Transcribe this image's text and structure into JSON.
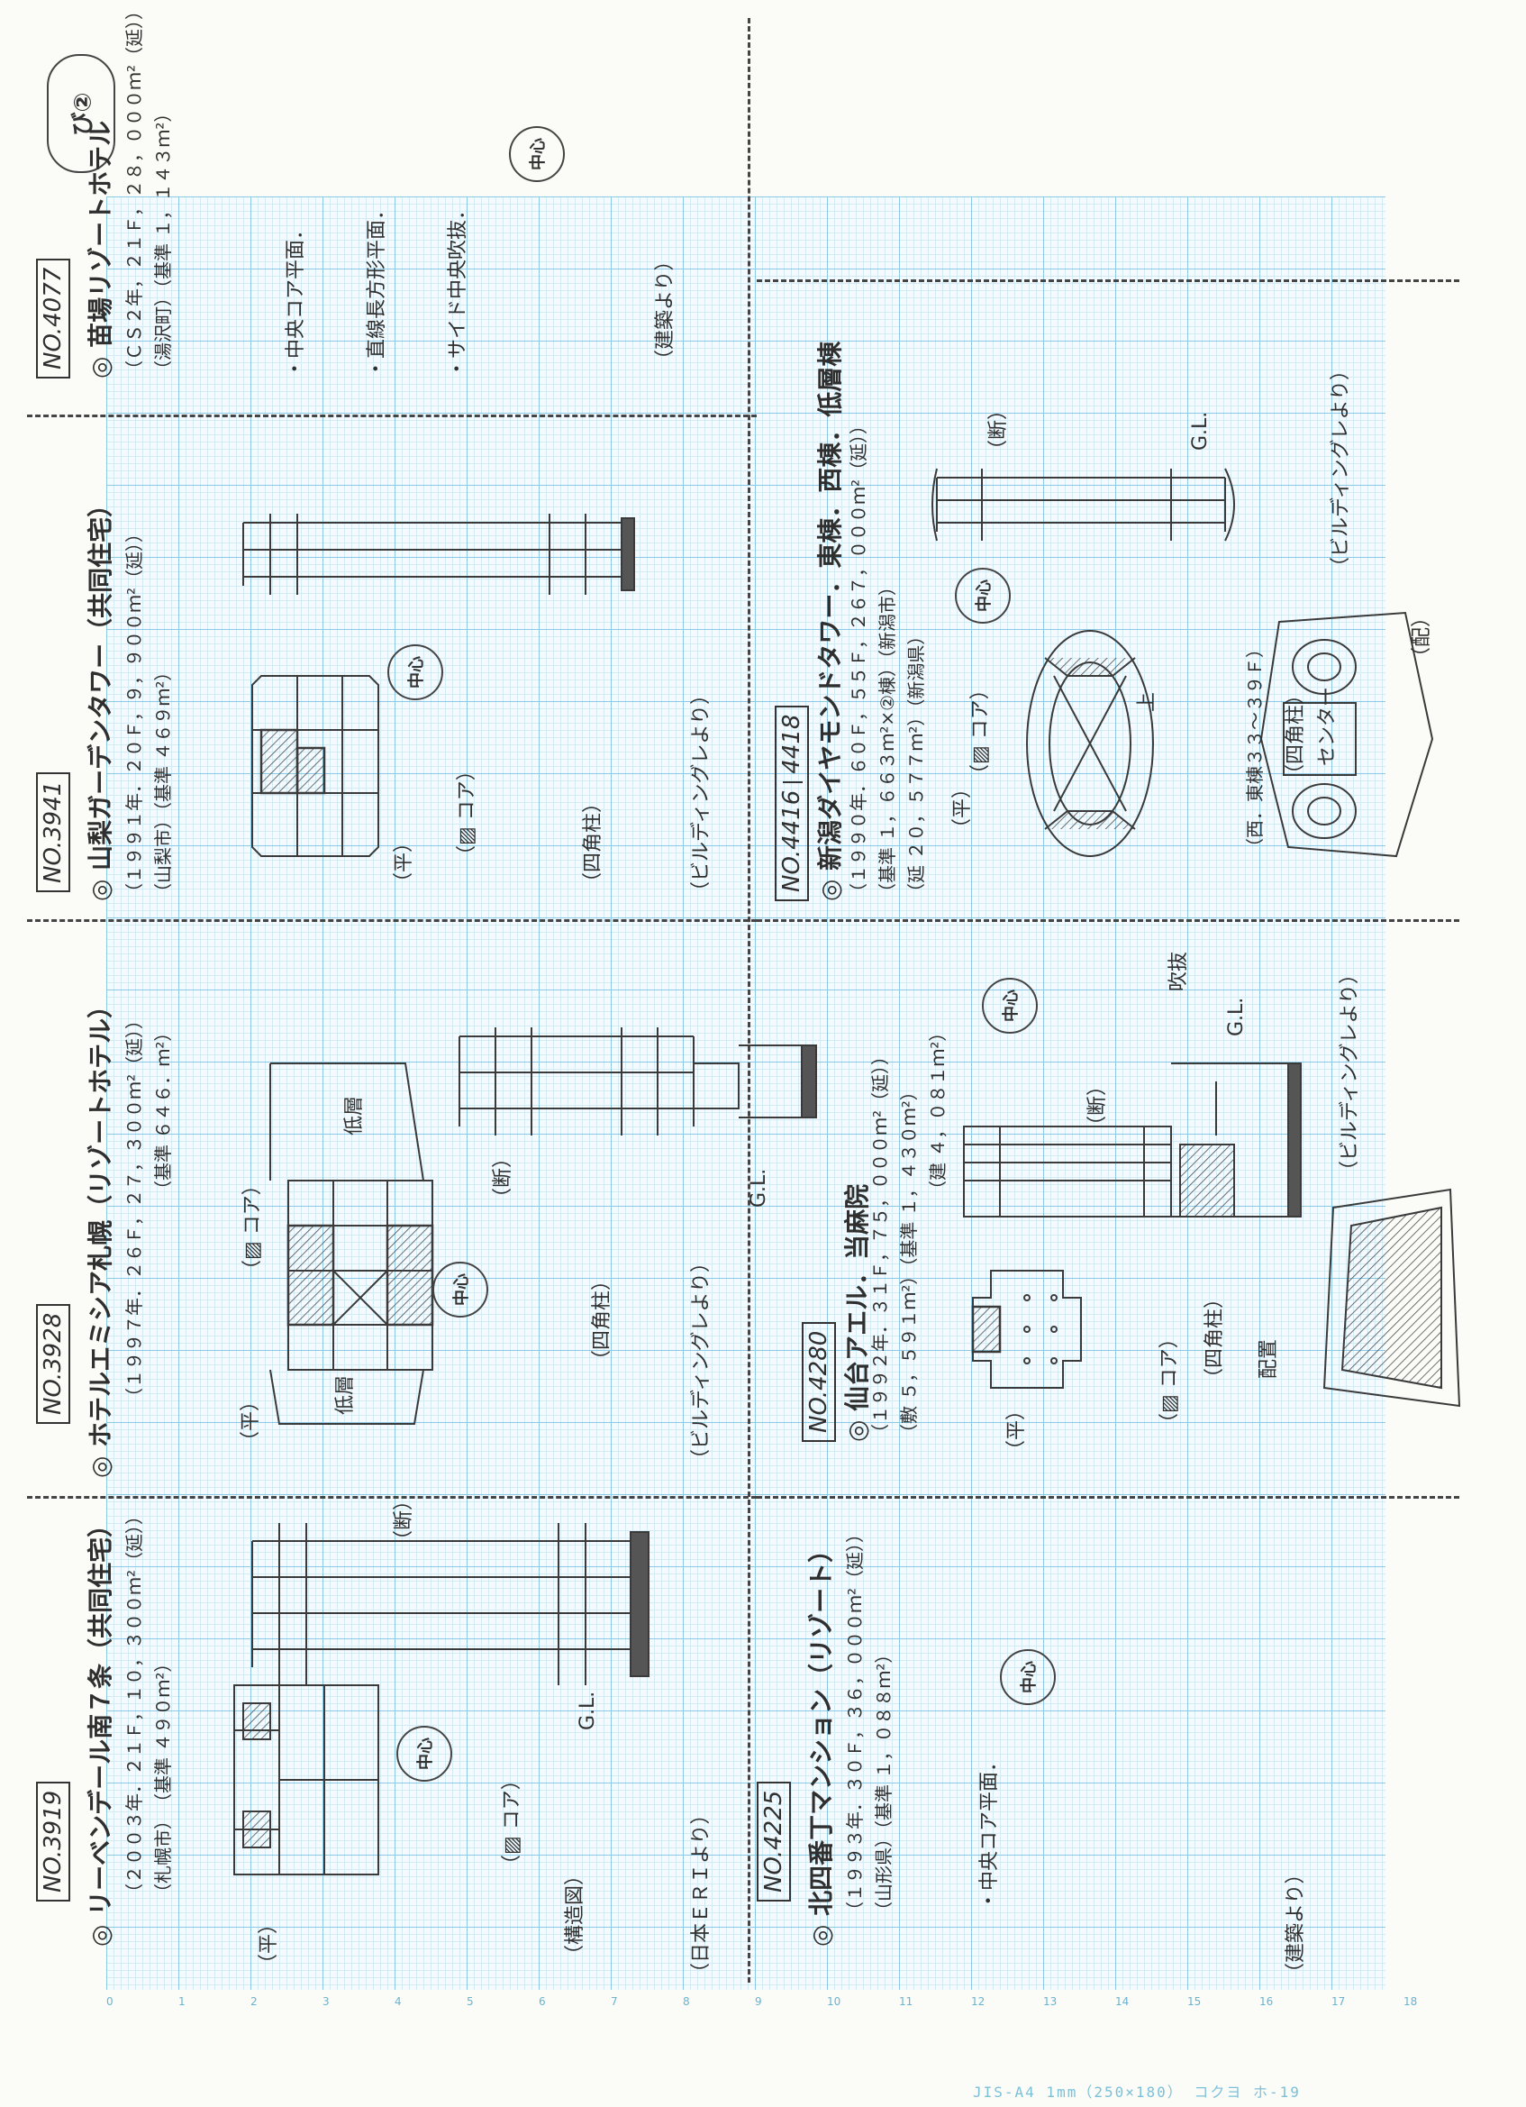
{
  "badge": "び②",
  "footer": "JIS-A4   1mm（250×180）   コクヨ  ホ-19",
  "scale_ticks": [
    "0",
    "1",
    "2",
    "3",
    "4",
    "5",
    "6",
    "7",
    "8",
    "9",
    "10",
    "11",
    "12",
    "13",
    "14",
    "15",
    "16",
    "17",
    "18"
  ],
  "entries": [
    {
      "id": "NO.3919",
      "title": "◎ リーベンデール南７条（共同住宅）",
      "line1": "（２００３年．２１Ｆ，１０，３００ｍ²（延））",
      "line2": "（札幌市）　（基準 ４９０ｍ²）",
      "plan": "（平）",
      "core": "（▨ コア）",
      "structure": "（構造図）",
      "section": "（断）",
      "gl": "G.L.",
      "source": "（日本ＥＲＩより）",
      "stamp": "中心"
    },
    {
      "id": "NO.3928",
      "title": "◎ ホテルエミシア札幌（リゾートホテル）",
      "line1": "（１９９７年．２６Ｆ，２７，３００ｍ²（延））",
      "line2": "（基準 ６４６．ｍ²）",
      "plan": "（平）",
      "core": "（▨ コア）",
      "side": "（四角柱）",
      "section": "（断）",
      "gl": "G.L.",
      "low1": "低層",
      "low2": "低層",
      "source": "（ビルディングレより）",
      "stamp": "中心"
    },
    {
      "id": "NO.3941",
      "title": "◎ 山梨ガーデンタワー（共同住宅）",
      "line1": "（１９９１年．２０Ｆ，９，９００ｍ²（延））",
      "line2": "（山梨市）（基準 ４６９ｍ²）",
      "plan": "（平）",
      "core": "（▨ コア）",
      "side": "（四角柱）",
      "source": "（ビルディングレより）",
      "stamp": "中心"
    },
    {
      "id": "NO.4077",
      "title": "◎ 苗場リゾートホテル",
      "line1": "（ＣＳ２年，２１Ｆ，２８，０００ｍ²（延））",
      "line2": "（湯沢町）（基準 １，１４３ｍ²）",
      "note1": "・中央コア平面．",
      "note2": "・直線長方形平面．",
      "note3": "・サイド中央吹抜．",
      "source": "（建築より）",
      "stamp": "中心"
    },
    {
      "id": "NO.4225",
      "title": "◎ 北四番丁マンション（リゾート）",
      "line1": "（１９９３年．３０Ｆ，３６，０００ｍ²（延））",
      "line2": "（山形県）（基準 １，０８８ｍ²）",
      "note1": "・中央コア平面．",
      "source": "（建築より）",
      "stamp": "中心"
    },
    {
      "id": "NO.4280",
      "title": "◎ 仙台アエル．当麻院",
      "line1": "（１９９２年．３１Ｆ，７５，０００ｍ²（延））",
      "line2": "（敷 ５，５９１ｍ²）（基準 １，４３０ｍ²）",
      "line3": "（建 ４，０８１ｍ²）",
      "plan": "（平）",
      "core": "（▨ コア）",
      "side": "（四角柱）",
      "section": "（断）",
      "atrium": "吹抜",
      "gl": "G.L.",
      "site": "配置",
      "source": "（ビルディングレより）",
      "stamp": "中心"
    },
    {
      "id": "NO.4416",
      "id2": "4418",
      "title": "◎ 新潟ダイヤモンドタワー．東棟．西棟．低層棟",
      "line1": "（１９９０年．６０Ｆ，５５Ｆ，２６７，０００ｍ²（延））",
      "line2": "（基準 １，６６３ｍ²×②棟）（新潟市）",
      "line3": "（延 ２０，５７７ｍ²）（新潟県）",
      "plan": "（平）",
      "core": "（▨ コア）",
      "upper": "上",
      "section": "（断）",
      "center": "センター",
      "label_d": "セ",
      "east_west": "（西．東棟３３～３９Ｆ）",
      "side": "（四角柱）",
      "gl": "G.L.",
      "site": "（配）",
      "source": "（ビルディングレより）",
      "stamp": "中心"
    }
  ]
}
